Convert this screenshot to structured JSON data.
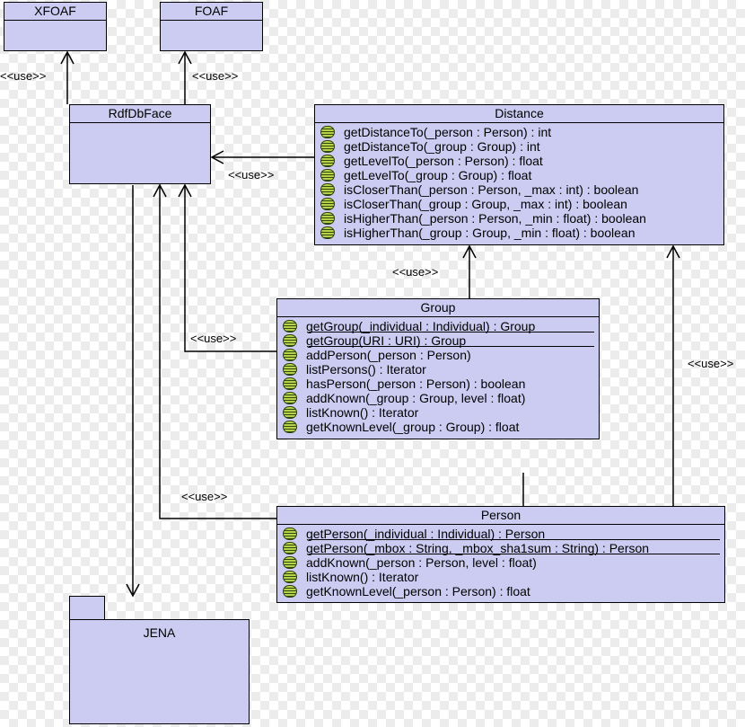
{
  "classes": {
    "xfoaf": {
      "name": "XFOAF"
    },
    "foaf": {
      "name": "FOAF"
    },
    "rdfdbface": {
      "name": "RdfDbFace"
    },
    "distance": {
      "name": "Distance",
      "methods": [
        "getDistanceTo(_person : Person) : int",
        "getDistanceTo(_group : Group) : int",
        "getLevelTo(_person : Person) : float",
        "getLevelTo(_group : Group) : float",
        "isCloserThan(_person : Person, _max : int) : boolean",
        "isCloserThan(_group : Group, _max : int) : boolean",
        "isHigherThan(_person : Person, _min : float) : boolean",
        "isHigherThan(_group : Group, _min : float) : boolean"
      ]
    },
    "group": {
      "name": "Group",
      "methods": [
        "getGroup(_individual : Individual) : Group",
        "getGroup(URI : URI) : Group",
        "addPerson(_person : Person)",
        "listPersons() : Iterator",
        "hasPerson(_person : Person) : boolean",
        "addKnown(_group : Group, level : float)",
        "listKnown() : Iterator",
        "getKnownLevel(_group : Group) : float"
      ]
    },
    "person": {
      "name": "Person",
      "methods": [
        "getPerson(_individual : Individual) : Person",
        "getPerson(_mbox : String, _mbox_sha1sum : String) : Person",
        "addKnown(_person : Person, level : float)",
        "listKnown() : Iterator",
        "getKnownLevel(_person : Person) : float"
      ]
    }
  },
  "package": {
    "name": "JENA"
  },
  "stereotypes": {
    "use_xfoaf": "<<use>>",
    "use_foaf": "<<use>>",
    "use_distance": "<<use>>",
    "use_group_distance": "<<use>>",
    "use_group_rdf": "<<use>>",
    "use_person_distance": "<<use>>",
    "use_person_rdf": "<<use>>"
  },
  "colors": {
    "class_fill": "#ccccf2",
    "method_icon": "#b7d24a",
    "line": "#000000"
  }
}
